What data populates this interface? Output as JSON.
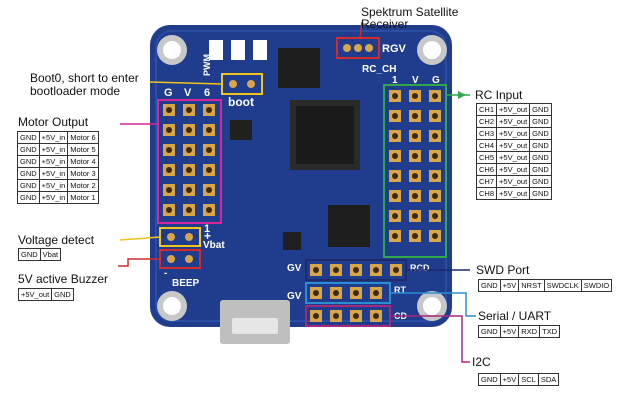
{
  "callouts": {
    "spektrum": {
      "title": "Spektrum Satellite",
      "subtitle": "Receiver"
    },
    "boot0": {
      "line1": "Boot0, short to enter",
      "line2": "bootloader mode"
    },
    "motor_output": {
      "title": "Motor Output"
    },
    "rc_input": {
      "title": "RC Input"
    },
    "voltage_detect": {
      "title": "Voltage detect"
    },
    "buzzer": {
      "title": "5V active Buzzer"
    },
    "swd_port": {
      "title": "SWD Port"
    },
    "serial_uart": {
      "title": "Serial / UART"
    },
    "i2c": {
      "title": "I2C"
    }
  },
  "tables": {
    "motor": [
      [
        "GND",
        "+5V_in",
        "Motor 6"
      ],
      [
        "GND",
        "+5V_in",
        "Motor 5"
      ],
      [
        "GND",
        "+5V_in",
        "Motor 4"
      ],
      [
        "GND",
        "+5V_in",
        "Motor 3"
      ],
      [
        "GND",
        "+5V_in",
        "Motor 2"
      ],
      [
        "GND",
        "+5V_in",
        "Motor 1"
      ]
    ],
    "rc": [
      [
        "CH1",
        "+5V_out",
        "GND"
      ],
      [
        "CH2",
        "+5V_out",
        "GND"
      ],
      [
        "CH3",
        "+5V_out",
        "GND"
      ],
      [
        "CH4",
        "+5V_out",
        "GND"
      ],
      [
        "CH5",
        "+5V_out",
        "GND"
      ],
      [
        "CH6",
        "+5V_out",
        "GND"
      ],
      [
        "CH7",
        "+5V_out",
        "GND"
      ],
      [
        "CH8",
        "+5V_out",
        "GND"
      ]
    ],
    "voltage": [
      [
        "GND",
        "Vbat"
      ]
    ],
    "buzzer": [
      [
        "+5V_out",
        "GND"
      ]
    ],
    "swd": [
      [
        "GND",
        "+5V",
        "NRST",
        "SWDCLK",
        "SWDIO"
      ]
    ],
    "serial": [
      [
        "GND",
        "+5V",
        "RXD",
        "TXD"
      ]
    ],
    "i2c": [
      [
        "GND",
        "+5V",
        "SCL",
        "SDA"
      ]
    ]
  },
  "board_silk": {
    "pwm": "PWM",
    "boot": "boot",
    "rgv": "RGV",
    "rc_ch": "RC_CH",
    "rc_one": "1",
    "rc_v": "V",
    "rc_g": "G",
    "g": "G",
    "v": "V",
    "six": "6",
    "one": "1",
    "plus": "+",
    "vbat": "Vbat",
    "beep": "BEEP",
    "minus": "-",
    "gv": "GV",
    "gv2": "GV",
    "rcd": "RCD",
    "rt": "RT",
    "cd": "CD"
  },
  "colors": {
    "board": "#1f3d8c",
    "motor": "#d6289c",
    "rc": "#2fa84a",
    "yellow": "#f0c419",
    "buzzer": "#d32a2a",
    "swd": "#1f2a6b",
    "serial": "#2a8fd0",
    "i2c": "#a6287a"
  }
}
